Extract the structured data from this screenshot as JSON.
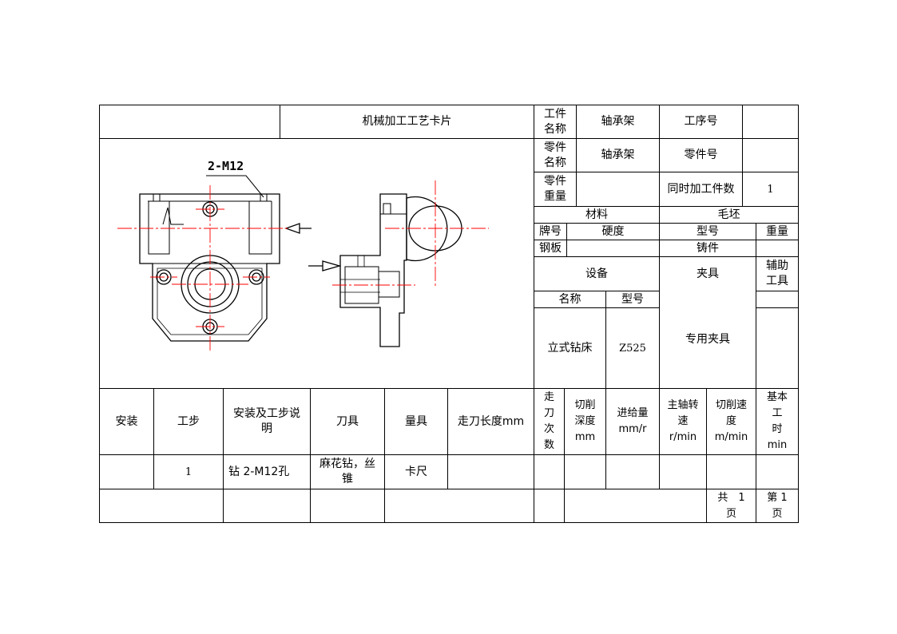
{
  "card": {
    "title": "机械加工工艺卡片",
    "part_name_label": "工件\n名称",
    "part_name_value": "轴承架",
    "process_no_label": "工序号",
    "process_no_value": "",
    "component_name_label": "零件\n名称",
    "component_name_value": "轴承架",
    "component_no_label": "零件号",
    "component_no_value": "",
    "component_weight_label": "零件\n重量",
    "component_weight_value": "",
    "simultaneous_label": "同时加工件数",
    "simultaneous_value": "1"
  },
  "material": {
    "header": "材料",
    "grade_label": "牌号",
    "hardness_label": "硬度",
    "grade_value": "钢板",
    "hardness_value": ""
  },
  "blank": {
    "header": "毛坯",
    "type_label": "型号",
    "weight_label": "重量",
    "type_value": "铸件",
    "weight_value": ""
  },
  "equipment": {
    "header": "设备",
    "name_label": "名称",
    "model_label": "型号",
    "name_value": "立式钻床",
    "model_value": "Z525"
  },
  "fixture": {
    "header": "夹具",
    "value": "专用夹具"
  },
  "aux_tool": {
    "header": "辅助\n工具",
    "value": ""
  },
  "drawing": {
    "thread_callout": "2-M12"
  },
  "operations": {
    "headers": {
      "setup": "安装",
      "step": "工步",
      "description": "安装及工步说\n明",
      "cutter": "刀具",
      "gauge": "量具",
      "travel": "走刀长度mm",
      "passes": "走\n刀\n次\n数",
      "depth": "切削\n深度\nmm",
      "feed": "进给量\nmm/r",
      "spindle": "主轴转\n速\nr/min",
      "speed": "切削速\n度\nm/min",
      "base_time": "基本\n工\n时\nmin"
    },
    "rows": [
      {
        "setup": "",
        "step": "1",
        "description": "钻 2-M12孔",
        "cutter": "麻花钻，丝\n锥",
        "gauge": "卡尺",
        "travel": ""
      }
    ]
  },
  "footer": {
    "total_pages": "共　1\n页",
    "page_no": "第 1\n页"
  }
}
